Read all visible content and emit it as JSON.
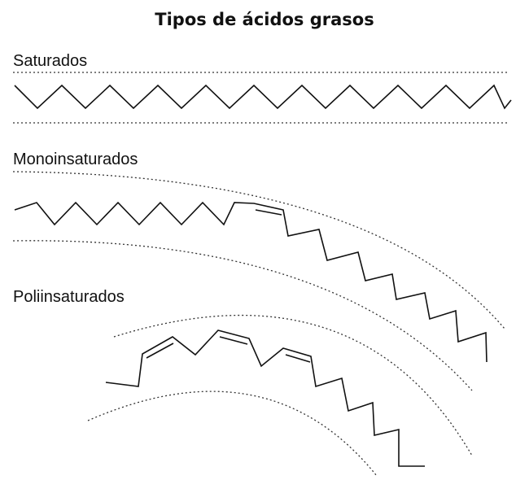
{
  "title": "Tipos de ácidos grasos",
  "sections": {
    "saturated": {
      "label": "Saturados"
    },
    "monounsaturated": {
      "label": "Monoinsaturados"
    },
    "polyunsaturated": {
      "label": "Poliinsaturados"
    }
  }
}
